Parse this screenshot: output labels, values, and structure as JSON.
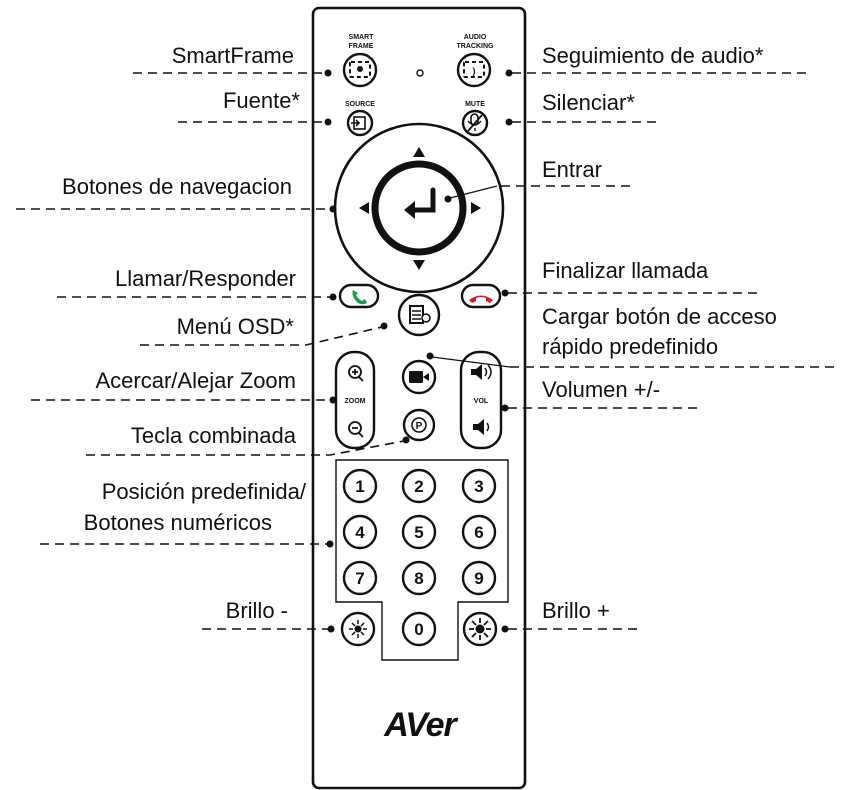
{
  "labels": {
    "smartframe": "SmartFrame",
    "audio_tracking": "Seguimiento de audio*",
    "source": "Fuente*",
    "mute": "Silenciar*",
    "enter": "Entrar",
    "navigation": "Botones de navegacion",
    "call_answer": "Llamar/Responder",
    "end_call": "Finalizar llamada",
    "osd_menu": "Menú OSD*",
    "load_preset_line1": "Cargar botón de acceso",
    "load_preset_line2": "rápido predefinido",
    "zoom": "Acercar/Alejar Zoom",
    "volume": "Volumen +/-",
    "combo_key": "Tecla combinada",
    "preset_line1": "Posición predefinida/",
    "preset_line2": "Botones numéricos",
    "brightness_minus": "Brillo -",
    "brightness_plus": "Brillo +"
  },
  "remote": {
    "smart_frame_text_1": "SMART",
    "smart_frame_text_2": "FRAME",
    "audio_tracking_text_1": "AUDIO",
    "audio_tracking_text_2": "TRACKING",
    "source_text": "SOURCE",
    "mute_text": "MUTE",
    "zoom_text": "ZOOM",
    "vol_text": "VOL",
    "combo_text": "P",
    "keypad": [
      "1",
      "2",
      "3",
      "4",
      "5",
      "6",
      "7",
      "8",
      "9",
      "0"
    ],
    "brand": "AVer"
  }
}
